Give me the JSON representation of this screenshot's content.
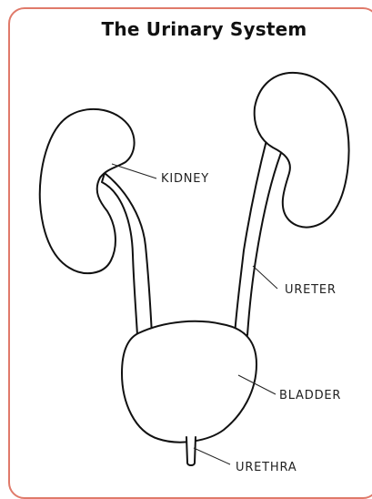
{
  "title": "The Urinary System",
  "colors": {
    "border": "#e07a6a",
    "outline": "#111111",
    "text": "#222222"
  },
  "labels": {
    "kidney": "KIDNEY",
    "ureter": "URETER",
    "bladder": "BLADDER",
    "urethra": "URETHRA"
  }
}
